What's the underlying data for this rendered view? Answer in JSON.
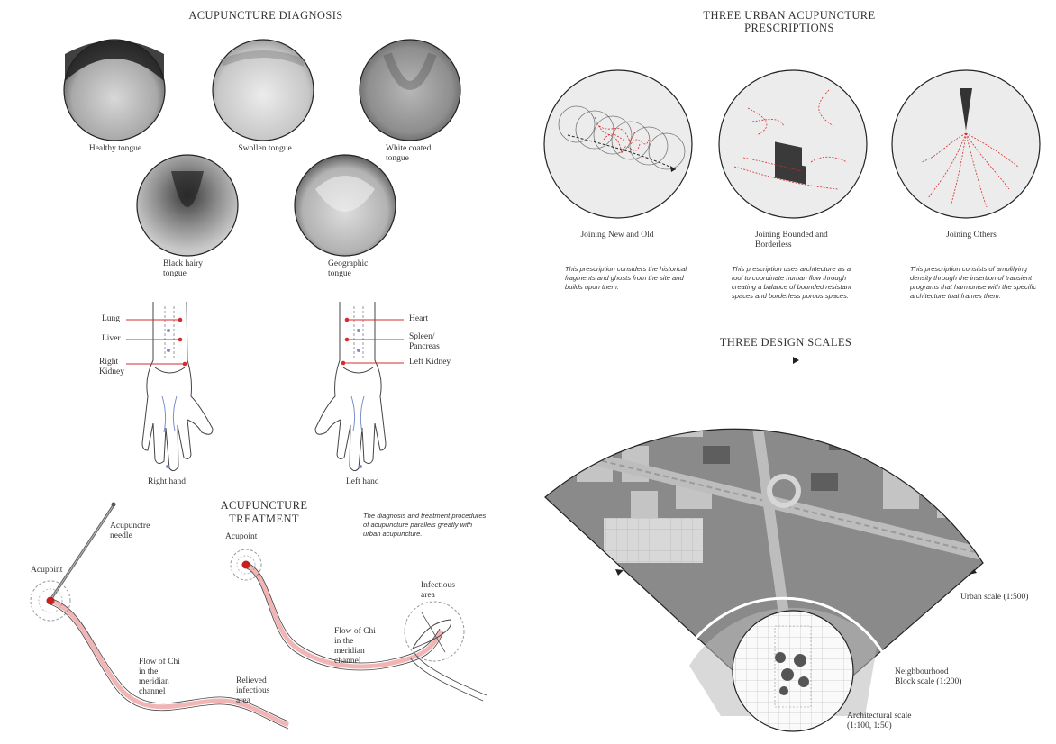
{
  "diagnosis": {
    "title": "ACUPUNCTURE DIAGNOSIS",
    "tongues": [
      {
        "label": "Healthy tongue"
      },
      {
        "label": "Swollen tongue"
      },
      {
        "label": "White coated tongue"
      },
      {
        "label": "Black hairy tongue"
      },
      {
        "label": "Geographic tongue"
      }
    ],
    "right_hand": {
      "label": "Right hand",
      "points": [
        "Lung",
        "Liver",
        "Right Kidney"
      ]
    },
    "left_hand": {
      "label": "Left hand",
      "points": [
        "Heart",
        "Spleen/ Pancreas",
        "Left Kidney"
      ]
    }
  },
  "treatment": {
    "title": "ACUPUNCTURE TREATMENT",
    "note": "The diagnosis and treatment procedures of acupuncture parallels greatly with urban acupuncture.",
    "labels": {
      "needle": "Acupunctre needle",
      "acupoint_left": "Acupoint",
      "acupoint_right": "Acupoint",
      "flow_left": "Flow of Chi in the meridian channel",
      "flow_right": "Flow of Chi in the meridian channel",
      "relieved": "Relieved infectious area",
      "infectious": "Infectious area"
    }
  },
  "prescriptions": {
    "title": "THREE URBAN ACUPUNCTURE PRESCRIPTIONS",
    "items": [
      {
        "label": "Joining New and Old",
        "text": "This prescription considers the historical fragments and ghosts from the site and builds upon them."
      },
      {
        "label": "Joining Bounded and Borderless",
        "text": "This prescription uses architecture as a tool to coordinate human flow through creating a balance of bounded resistant spaces and borderless porous spaces."
      },
      {
        "label": "Joining Others",
        "text": "This prescription consists of amplifying density through the insertion of transient programs that harmonise with the specific architecture that frames them."
      }
    ]
  },
  "scales": {
    "title": "THREE DESIGN SCALES",
    "urban": "Urban scale (1:500)",
    "neighbourhood": "Neighbourhood Block scale (1:200)",
    "architectural": "Architectural scale (1:100, 1:50)"
  },
  "colors": {
    "accent_red": "#d62c2c",
    "line": "#333333",
    "vein_blue": "#7d8fc9"
  }
}
